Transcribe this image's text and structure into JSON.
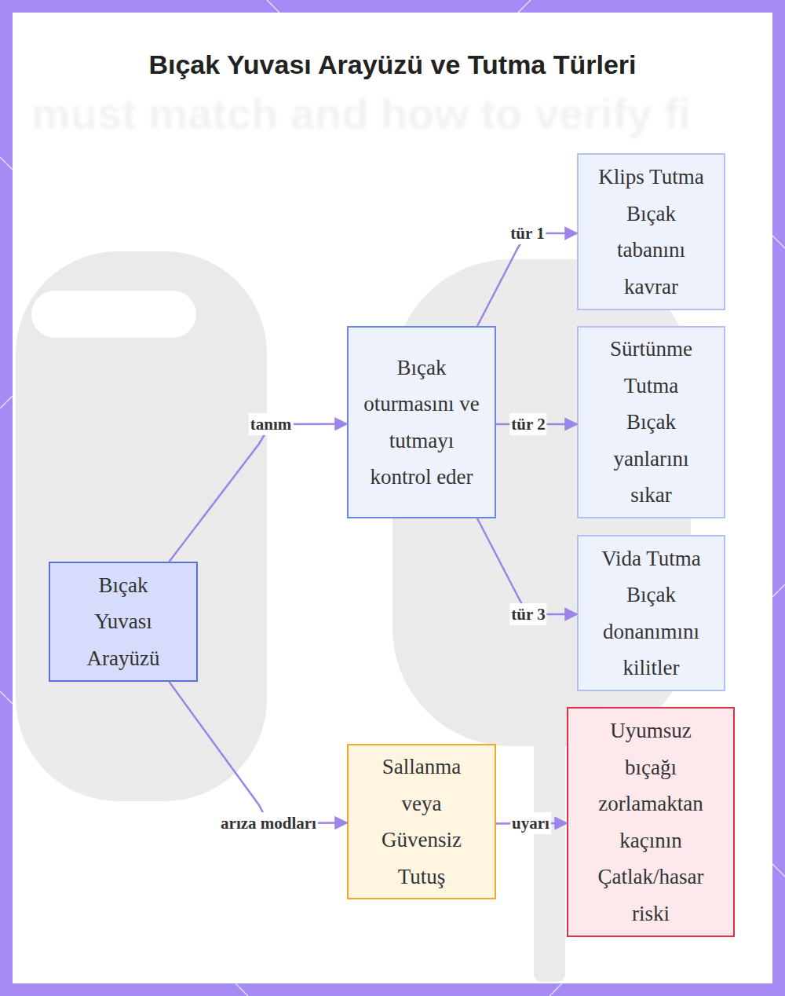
{
  "diagram": {
    "title": "Bıçak Yuvası Arayüzü ve Tutma Türleri",
    "nodes": [
      {
        "text": [
          "Bıçak Yuvası Arayüzü"
        ]
      },
      {
        "text": [
          "Bıçak oturmasını ve tutmayı kontrol eder"
        ]
      },
      {
        "text": [
          "Klips Tutma",
          "Bıçak tabanını kavrar"
        ]
      },
      {
        "text": [
          "Sürtünme Tutma",
          "Bıçak yanlarını sıkar"
        ]
      },
      {
        "text": [
          "Vida Tutma",
          "Bıçak donanımını kilitler"
        ]
      },
      {
        "text": [
          "Sallanma veya Güvensiz Tutuş"
        ]
      },
      {
        "text": [
          "Uyumsuz bıçağı zorlamaktan kaçının",
          "Çatlak/hasar riski"
        ]
      }
    ],
    "edges": [
      {
        "from": 0,
        "to": 1,
        "label": "tanım",
        "arrow": "to"
      },
      {
        "from": 1,
        "to": 2,
        "label": "tür 1",
        "arrow": "to"
      },
      {
        "from": 1,
        "to": 3,
        "label": "tür 2",
        "arrow": "to"
      },
      {
        "from": 1,
        "to": 4,
        "label": "tür 3",
        "arrow": "to"
      },
      {
        "from": 0,
        "to": 5,
        "label": "arıza modları",
        "arrow": "to"
      },
      {
        "from": 5,
        "to": 6,
        "label": "uyarı",
        "arrow": "to"
      }
    ],
    "labels": [
      "must match and how to verify fi"
    ]
  }
}
